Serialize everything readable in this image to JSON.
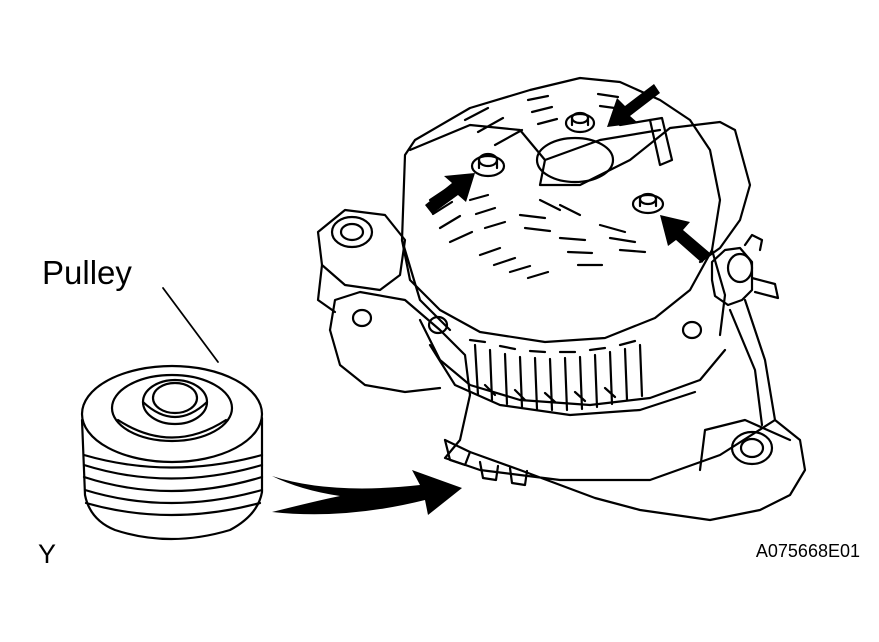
{
  "labels": {
    "pulley": "Pulley",
    "view": "Y",
    "figure_code": "A075668E01"
  },
  "colors": {
    "line": "#000000",
    "background": "#ffffff"
  }
}
